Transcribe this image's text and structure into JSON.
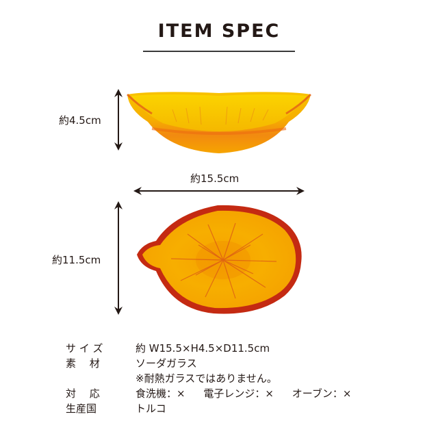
{
  "header": {
    "title": "ITEM SPEC"
  },
  "dimensions": {
    "height_label": "約4.5cm",
    "width_label": "約15.5cm",
    "depth_label": "約11.5cm"
  },
  "images": {
    "side_view": "amber-glass-bowl-side-view",
    "top_view": "amber-glass-bowl-top-view"
  },
  "colors": {
    "text": "#231815",
    "bowl_yellow": "#f6b400",
    "bowl_orange": "#f08a00",
    "bowl_rim_red": "#c8281a"
  },
  "spec": {
    "rows": [
      {
        "key": "サ イ ズ",
        "value": "約 W15.5×H4.5×D11.5cm"
      },
      {
        "key": "素　 材",
        "value": "ソーダガラス"
      },
      {
        "key": "",
        "value": "※耐熱ガラスではありません。"
      },
      {
        "key": "対　 応",
        "values": [
          "食洗機：×",
          "電子レンジ：×",
          "オーブン：×"
        ]
      },
      {
        "key": "生産国",
        "value": "トルコ"
      }
    ]
  }
}
